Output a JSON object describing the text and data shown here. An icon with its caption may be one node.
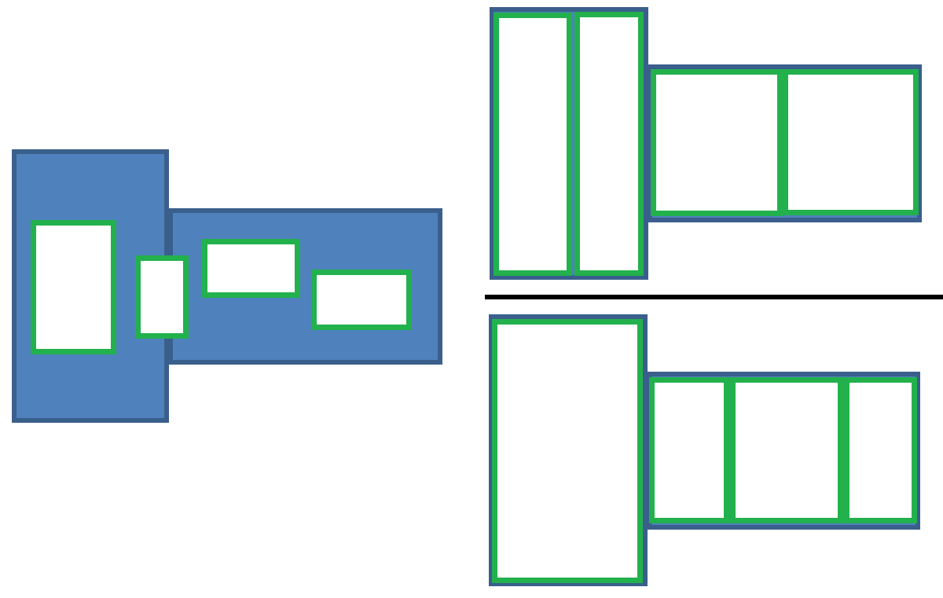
{
  "diagram": {
    "nodes": [
      {
        "text": [],
        "shape": "box"
      },
      {
        "text": [],
        "shape": "box",
        "in": 0
      },
      {
        "text": [],
        "shape": "box"
      },
      {
        "text": [],
        "shape": "box"
      },
      {
        "text": [],
        "shape": "box",
        "in": 3
      },
      {
        "text": [],
        "shape": "box",
        "in": 3
      },
      {
        "text": [],
        "shape": "box"
      },
      {
        "text": [],
        "shape": "box",
        "in": 6
      },
      {
        "text": [],
        "shape": "box",
        "in": 6
      },
      {
        "text": [],
        "shape": "box"
      },
      {
        "text": [],
        "shape": "box",
        "in": 9
      },
      {
        "text": [],
        "shape": "box",
        "in": 9
      },
      {
        "text": [],
        "shape": "box"
      },
      {
        "text": [],
        "shape": "box",
        "in": 12
      },
      {
        "text": [],
        "shape": "box"
      },
      {
        "text": [],
        "shape": "box",
        "in": 14
      },
      {
        "text": [],
        "shape": "box",
        "in": 14
      },
      {
        "text": [],
        "shape": "box",
        "in": 14
      }
    ]
  }
}
